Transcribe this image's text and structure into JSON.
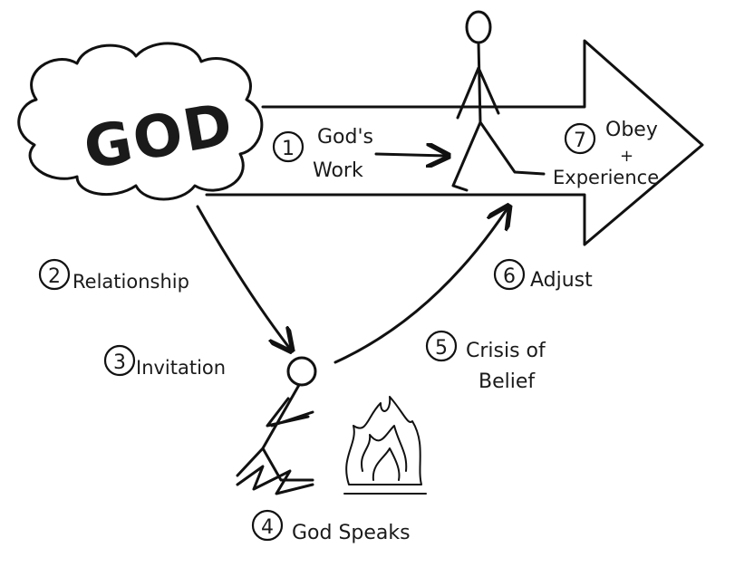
{
  "title": "GOD",
  "steps": [
    {
      "number": "1",
      "label": "God's",
      "label2": "Work"
    },
    {
      "number": "2",
      "label": "Relationship"
    },
    {
      "number": "3",
      "label": "Invitation"
    },
    {
      "number": "4",
      "label": "God Speaks"
    },
    {
      "number": "5",
      "label": "Crisis of",
      "label2": "Belief"
    },
    {
      "number": "6",
      "label": "Adjust"
    },
    {
      "number": "7",
      "label": "Obey",
      "plus": "+",
      "label2": "Experience"
    }
  ]
}
